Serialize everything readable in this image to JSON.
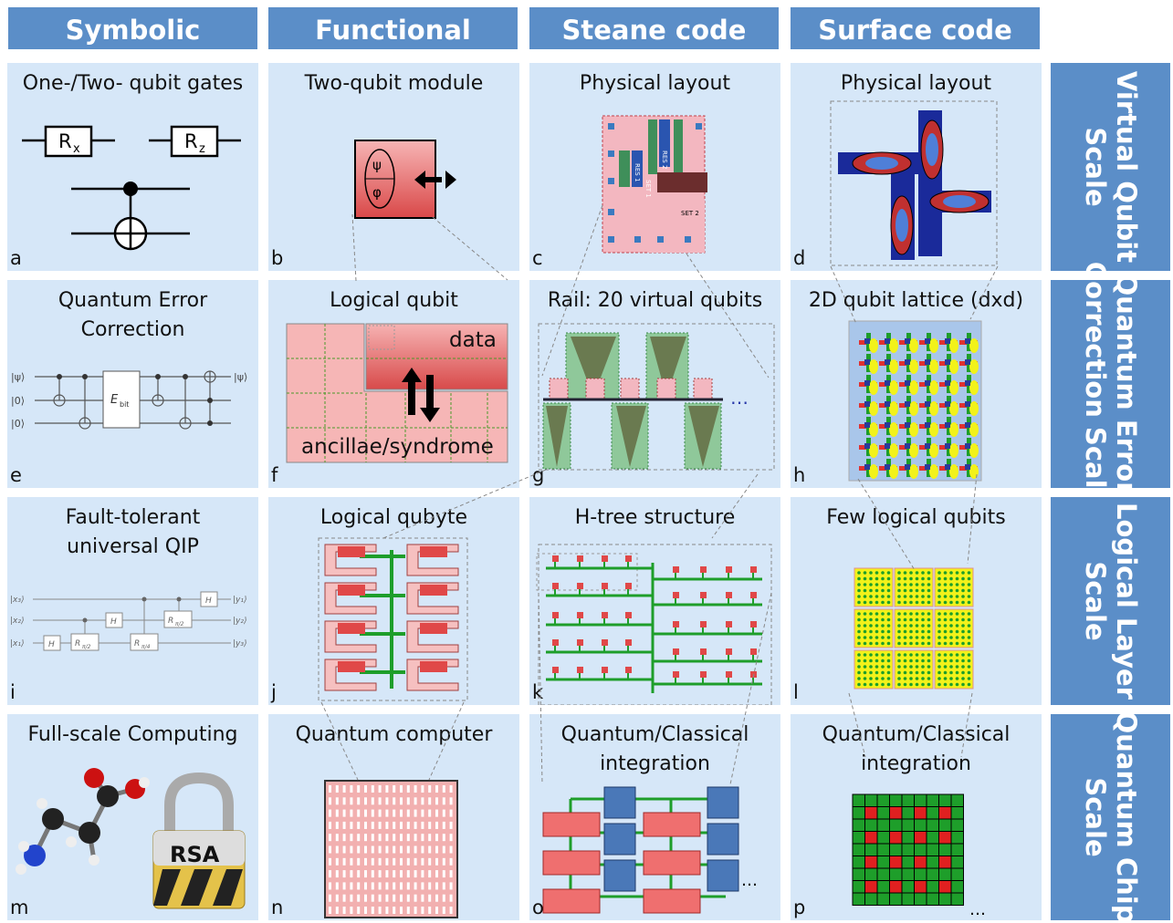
{
  "columns": [
    "Symbolic",
    "Functional",
    "Steane code",
    "Surface code"
  ],
  "rows": [
    "Virtual Qubit\nScale",
    "Quantum Error\nCorrection Scale",
    "Logical Layer\nScale",
    "Quantum Chip\nScale"
  ],
  "cells": [
    {
      "title": "One-/Two- qubit gates",
      "label": "a"
    },
    {
      "title": "Two-qubit module",
      "label": "b"
    },
    {
      "title": "Physical layout",
      "label": "c"
    },
    {
      "title": "Physical layout",
      "label": "d"
    },
    {
      "title": "Quantum Error\nCorrection",
      "label": "e"
    },
    {
      "title": "Logical qubit",
      "label": "f"
    },
    {
      "title": "Rail: 20 virtual qubits",
      "label": "g"
    },
    {
      "title": "2D qubit lattice (dxd)",
      "label": "h"
    },
    {
      "title": "Fault-tolerant\nuniversal QIP",
      "label": "i"
    },
    {
      "title": "Logical qubyte",
      "label": "j"
    },
    {
      "title": "H-tree structure",
      "label": "k"
    },
    {
      "title": "Few logical qubits",
      "label": "l"
    },
    {
      "title": "Full-scale Computing",
      "label": "m"
    },
    {
      "title": "Quantum computer",
      "label": "n"
    },
    {
      "title": "Quantum/Classical\nintegration",
      "label": "o"
    },
    {
      "title": "Quantum/Classical\nintegration",
      "label": "p"
    }
  ],
  "gate_labels": {
    "rx": "R",
    "rx_sub": "x",
    "rz": "R",
    "rz_sub": "z",
    "psi": "ψ",
    "phi": "φ"
  },
  "qec_labels": {
    "in_psi": "|ψ⟩",
    "zero1": "|0⟩",
    "zero2": "|0⟩",
    "ebit": "E",
    "ebit_sub": "bit",
    "out_psi": "|ψ⟩"
  },
  "qip_labels": {
    "x3": "|x₃⟩",
    "x2": "|x₂⟩",
    "x1": "|x₁⟩",
    "y1": "|y₁⟩",
    "y2": "|y₂⟩",
    "y3": "|y₃⟩",
    "h": "H",
    "r2": "R",
    "r2_sub": "π/2",
    "r4": "R",
    "r4_sub": "π/4"
  },
  "logical_qubit_labels": {
    "data": "data",
    "ancillae": "ancillae/syndrome"
  },
  "layout_labels": {
    "res1": "RES 1",
    "res2": "RES 2",
    "set1": "SET 1",
    "set2": "SET 2"
  },
  "padlock_label": "RSA",
  "ellipsis": "…",
  "colors": {
    "header": "#5b8ec8",
    "cell": "#d6e7f8",
    "pink": "#f4a6a6",
    "red": "#e04040",
    "green": "#1e9e2a",
    "blue": "#1b3a8c",
    "yellow": "#f2f21a"
  }
}
